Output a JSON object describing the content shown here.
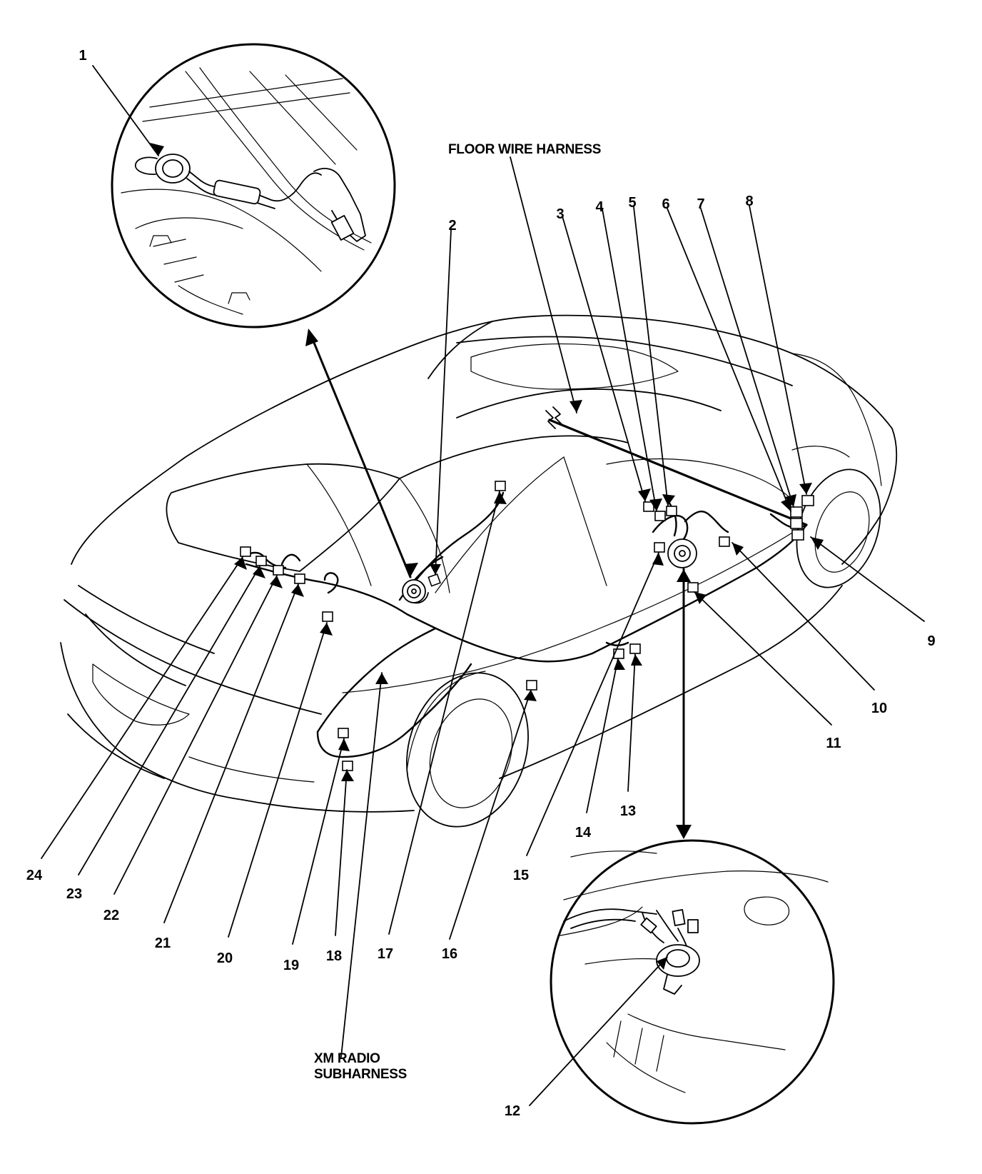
{
  "captions": {
    "floor_wire_harness": "FLOOR WIRE HARNESS",
    "xm_radio_line1": "XM RADIO",
    "xm_radio_line2": "SUBHARNESS"
  },
  "callouts": [
    "1",
    "2",
    "3",
    "4",
    "5",
    "6",
    "7",
    "8",
    "9",
    "10",
    "11",
    "12",
    "13",
    "14",
    "15",
    "16",
    "17",
    "18",
    "19",
    "20",
    "21",
    "22",
    "23",
    "24"
  ],
  "colors": {
    "ink": "#000000",
    "paper": "#ffffff"
  }
}
